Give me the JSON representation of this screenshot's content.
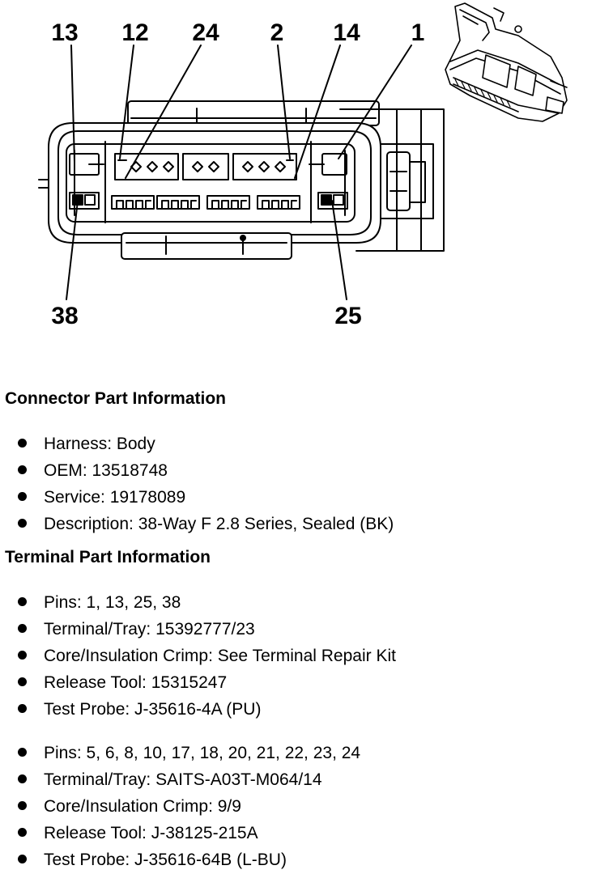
{
  "diagram": {
    "pin_labels": {
      "p13": "13",
      "p12": "12",
      "p24": "24",
      "p2": "2",
      "p14": "14",
      "p1": "1",
      "p38": "38",
      "p25": "25"
    }
  },
  "connector_info": {
    "heading": "Connector Part Information",
    "items": [
      "Harness: Body",
      "OEM: 13518748",
      "Service: 19178089",
      "Description: 38-Way F 2.8 Series, Sealed (BK)"
    ]
  },
  "terminal_info": {
    "heading": "Terminal Part Information",
    "groups": [
      {
        "items": [
          "Pins: 1, 13, 25, 38",
          "Terminal/Tray: 15392777/23",
          "Core/Insulation Crimp: See Terminal Repair Kit",
          "Release Tool: 15315247",
          "Test Probe: J-35616-4A (PU)"
        ]
      },
      {
        "items": [
          "Pins: 5, 6, 8, 10, 17, 18, 20, 21, 22, 23, 24",
          "Terminal/Tray: SAITS-A03T-M064/14",
          "Core/Insulation Crimp: 9/9",
          "Release Tool: J-38125-215A",
          "Test Probe: J-35616-64B (L-BU)"
        ]
      }
    ]
  }
}
